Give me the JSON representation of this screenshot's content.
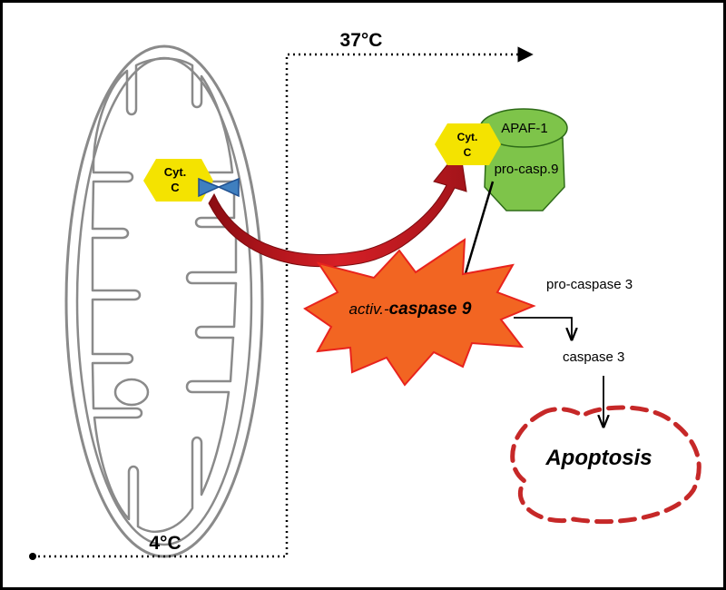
{
  "temperatures": {
    "high": "37°C",
    "low": "4°C"
  },
  "mitochondrion": {
    "cyt_c_line1": "Cyt.",
    "cyt_c_line2": "C"
  },
  "apoptosome": {
    "cyt_c_line1": "Cyt.",
    "cyt_c_line2": "C",
    "apaf": "APAF-1",
    "procasp9": "pro-casp.9"
  },
  "pathway": {
    "active_caspase9_prefix": "activ.-",
    "active_caspase9_main": "caspase 9",
    "procaspase3": "pro-caspase 3",
    "caspase3": "caspase 3",
    "outcome": "Apoptosis"
  },
  "colors": {
    "cytc_yellow": "#f4e300",
    "apaf_green": "#7ec44a",
    "burst_orange": "#f26522",
    "burst_edge": "#e8231d",
    "red_arrow": "#c0141c",
    "apoptosis_dash": "#c62828",
    "channel_blue": "#3f7fbf"
  }
}
